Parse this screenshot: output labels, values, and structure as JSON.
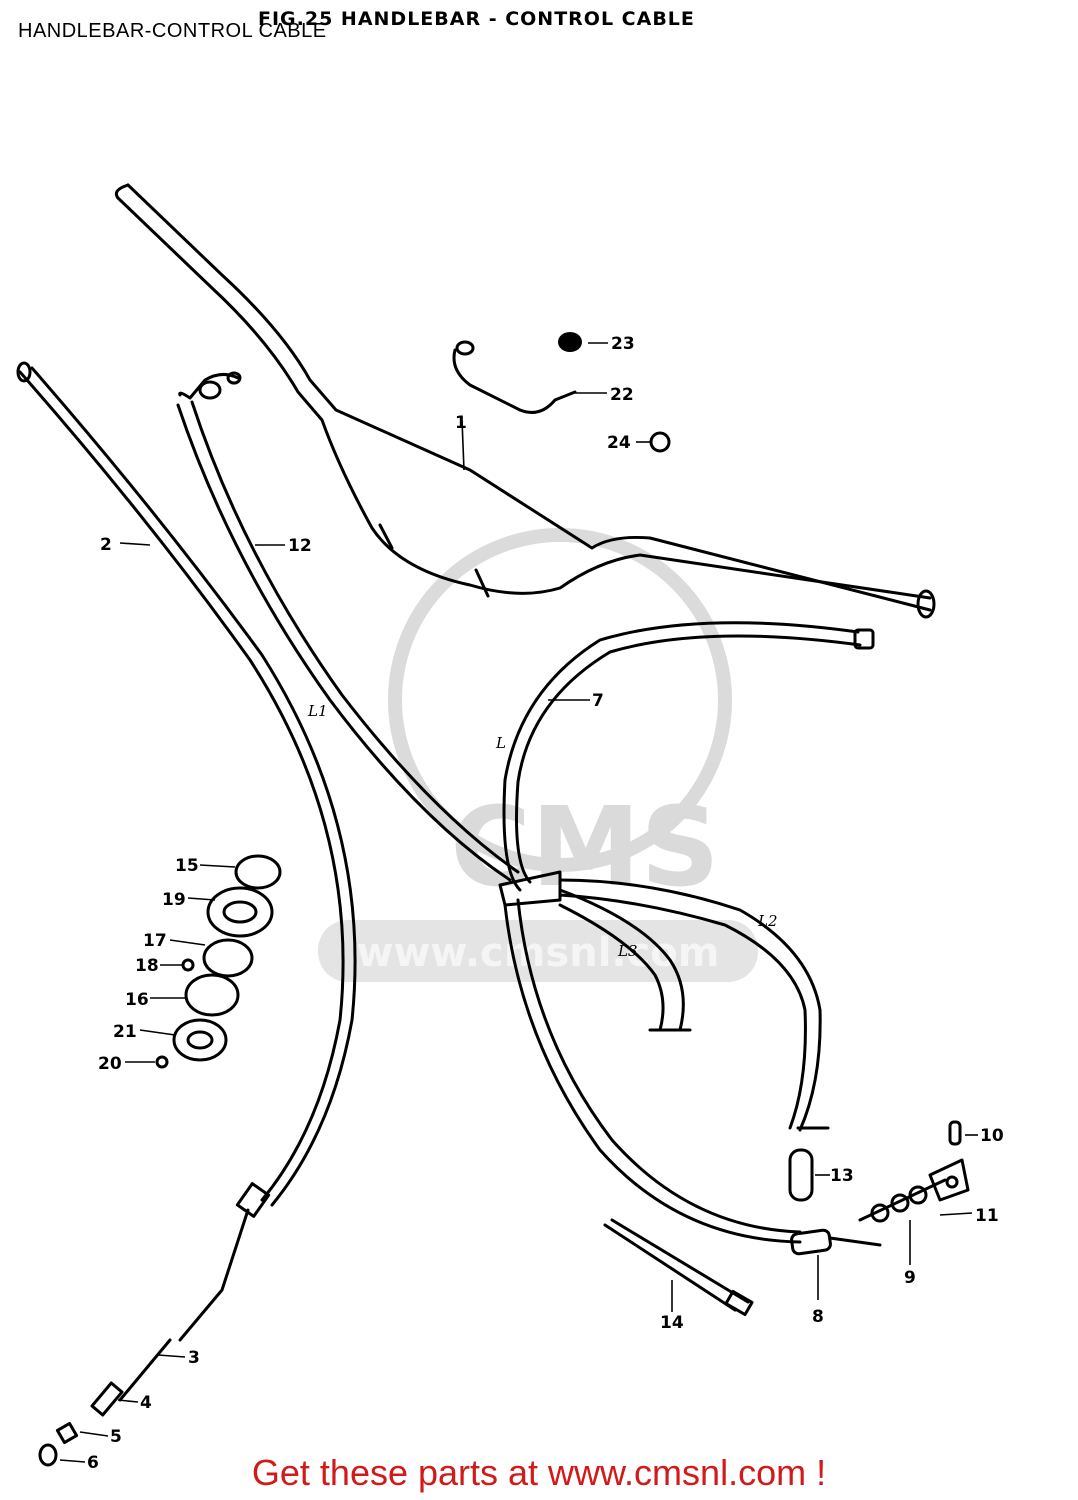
{
  "page": {
    "title": "HANDLEBAR-CONTROL CABLE",
    "figure_header": "FIG.25 HANDLEBAR - CONTROL CABLE",
    "footer": "Get these parts at www.cmsnl.com !"
  },
  "watermark": {
    "logo_text": "CMS",
    "url_text": "www.cmsnl.com"
  },
  "callouts": {
    "c1": "1",
    "c2": "2",
    "c3": "3",
    "c4": "4",
    "c5": "5",
    "c6": "6",
    "c7": "7",
    "c8": "8",
    "c9": "9",
    "c10": "10",
    "c11": "11",
    "c12": "12",
    "c13": "13",
    "c14": "14",
    "c15": "15",
    "c16": "16",
    "c17": "17",
    "c18": "18",
    "c19": "19",
    "c20": "20",
    "c21": "21",
    "c22": "22",
    "c23": "23",
    "c24": "24"
  },
  "length_labels": {
    "l1": "L1",
    "l2": "L2",
    "l3": "L3",
    "l": "L"
  },
  "colors": {
    "footer": "#d11a1a",
    "watermark": "#d7d7d7",
    "ink": "#000000"
  }
}
